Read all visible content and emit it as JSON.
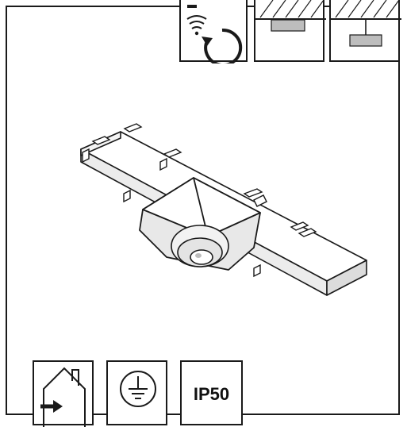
{
  "top_icons": [
    {
      "name": "sensor-wireless-icon"
    },
    {
      "name": "ceiling-surface-mount-icon"
    },
    {
      "name": "ceiling-pendant-mount-icon"
    }
  ],
  "bottom_icons": [
    {
      "name": "indoor-use-icon"
    },
    {
      "name": "protective-earth-icon"
    },
    {
      "name": "ip-rating-badge",
      "label": "IP50"
    }
  ],
  "product": {
    "name": "light-track-with-motion-sensor"
  }
}
